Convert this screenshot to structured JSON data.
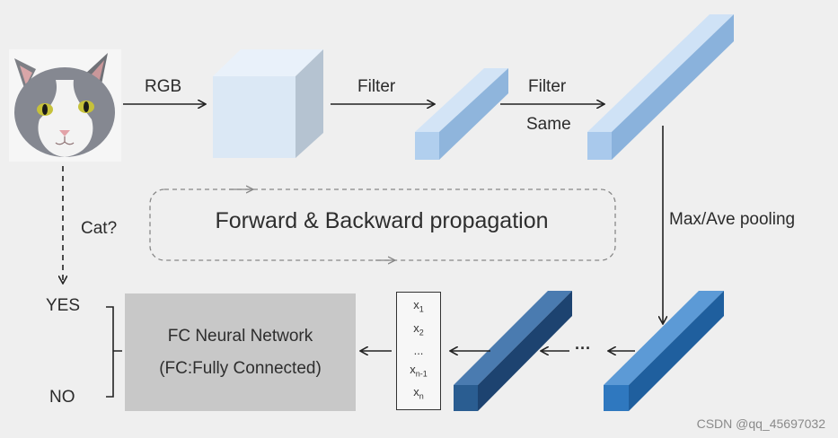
{
  "labels": {
    "rgb": "RGB",
    "filter1": "Filter",
    "filter2": "Filter",
    "same": "Same",
    "pooling": "Max/Ave pooling",
    "cat_question": "Cat?",
    "yes": "YES",
    "no": "NO",
    "dots": "···"
  },
  "fc": {
    "line1": "FC Neural Network",
    "line2": "(FC:Fully Connected)"
  },
  "propagation": "Forward & Backward  propagation",
  "vector": {
    "x1": "x",
    "x1_sub": "1",
    "x2": "x",
    "x2_sub": "2",
    "dots": "...",
    "xn1": "x",
    "xn1_sub": "n-1",
    "xn": "x",
    "xn_sub": "n"
  },
  "watermark": "CSDN @qq_45697032",
  "colors": {
    "cube_front": "#dbe8f5",
    "cube_top": "#e9f1fa",
    "cube_side": "#b5c3d1",
    "light_bar": "#a9c9ec",
    "mid_bar": "#2f78bf",
    "dark_bar": "#2a5d91",
    "fc_box": "#c8c8c8"
  }
}
